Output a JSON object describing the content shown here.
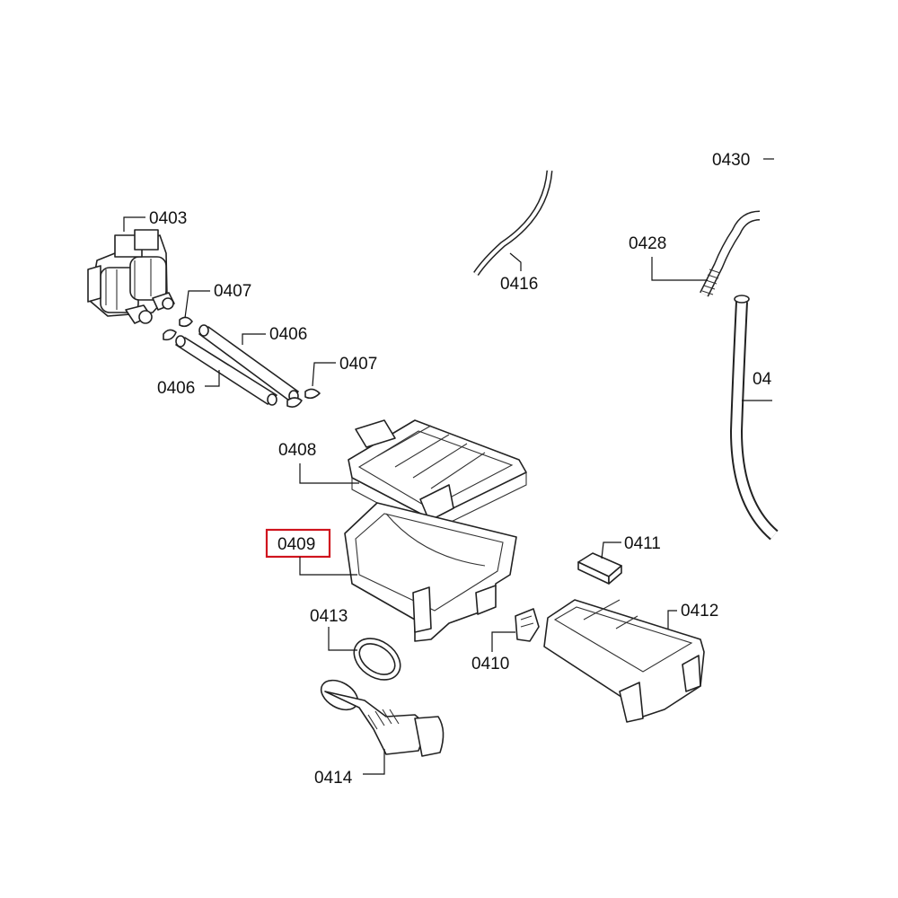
{
  "highlight_color": "#d0141e",
  "labels": {
    "l0403": "0403",
    "l0407a": "0407",
    "l0406a": "0406",
    "l0406b": "0406",
    "l0407b": "0407",
    "l0416": "0416",
    "l0430": "0430",
    "l0428": "0428",
    "l04x": "04",
    "l0408": "0408",
    "l0409": "0409",
    "l0411": "0411",
    "l0412": "0412",
    "l0413": "0413",
    "l0410": "0410",
    "l0414": "0414"
  }
}
